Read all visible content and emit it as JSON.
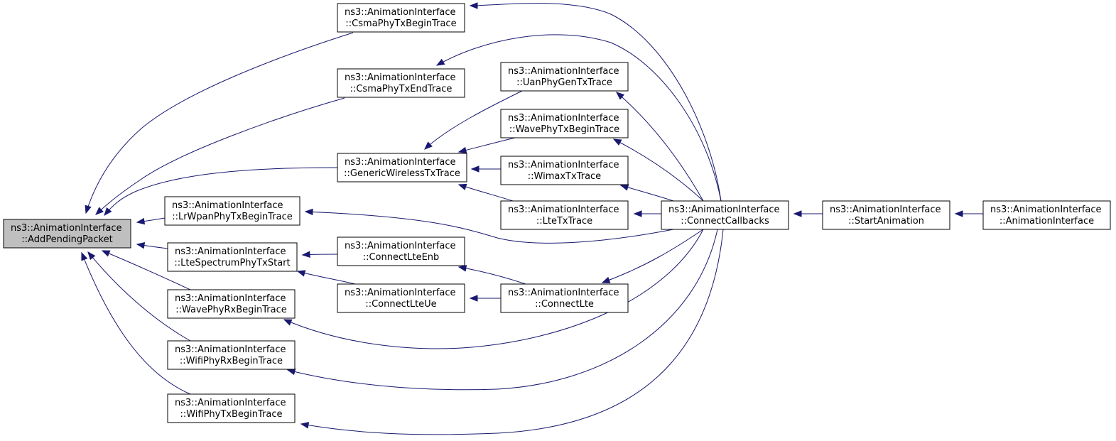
{
  "nodes": [
    {
      "id": "AddPendingPacket",
      "line1": "ns3::AnimationInterface",
      "line2": "::AddPendingPacket",
      "highlighted": true
    },
    {
      "id": "CsmaPhyTxBeginTrace",
      "line1": "ns3::AnimationInterface",
      "line2": "::CsmaPhyTxBeginTrace"
    },
    {
      "id": "CsmaPhyTxEndTrace",
      "line1": "ns3::AnimationInterface",
      "line2": "::CsmaPhyTxEndTrace"
    },
    {
      "id": "GenericWirelessTxTrace",
      "line1": "ns3::AnimationInterface",
      "line2": "::GenericWirelessTxTrace"
    },
    {
      "id": "LrWpanPhyTxBeginTrace",
      "line1": "ns3::AnimationInterface",
      "line2": "::LrWpanPhyTxBeginTrace"
    },
    {
      "id": "LteSpectrumPhyTxStart",
      "line1": "ns3::AnimationInterface",
      "line2": "::LteSpectrumPhyTxStart"
    },
    {
      "id": "WavePhyRxBeginTrace",
      "line1": "ns3::AnimationInterface",
      "line2": "::WavePhyRxBeginTrace"
    },
    {
      "id": "WifiPhyRxBeginTrace",
      "line1": "ns3::AnimationInterface",
      "line2": "::WifiPhyRxBeginTrace"
    },
    {
      "id": "WifiPhyTxBeginTrace",
      "line1": "ns3::AnimationInterface",
      "line2": "::WifiPhyTxBeginTrace"
    },
    {
      "id": "UanPhyGenTxTrace",
      "line1": "ns3::AnimationInterface",
      "line2": "::UanPhyGenTxTrace"
    },
    {
      "id": "WavePhyTxBeginTrace",
      "line1": "ns3::AnimationInterface",
      "line2": "::WavePhyTxBeginTrace"
    },
    {
      "id": "WimaxTxTrace",
      "line1": "ns3::AnimationInterface",
      "line2": "::WimaxTxTrace"
    },
    {
      "id": "LteTxTrace",
      "line1": "ns3::AnimationInterface",
      "line2": "::LteTxTrace"
    },
    {
      "id": "ConnectLteEnb",
      "line1": "ns3::AnimationInterface",
      "line2": "::ConnectLteEnb"
    },
    {
      "id": "ConnectLteUe",
      "line1": "ns3::AnimationInterface",
      "line2": "::ConnectLteUe"
    },
    {
      "id": "ConnectLte",
      "line1": "ns3::AnimationInterface",
      "line2": "::ConnectLte"
    },
    {
      "id": "ConnectCallbacks",
      "line1": "ns3::AnimationInterface",
      "line2": "::ConnectCallbacks"
    },
    {
      "id": "StartAnimation",
      "line1": "ns3::AnimationInterface",
      "line2": "::StartAnimation"
    },
    {
      "id": "AnimationInterface",
      "line1": "ns3::AnimationInterface",
      "line2": "::AnimationInterface"
    }
  ],
  "edges": [
    {
      "from": "CsmaPhyTxBeginTrace",
      "to": "AddPendingPacket"
    },
    {
      "from": "CsmaPhyTxEndTrace",
      "to": "AddPendingPacket"
    },
    {
      "from": "GenericWirelessTxTrace",
      "to": "AddPendingPacket"
    },
    {
      "from": "LrWpanPhyTxBeginTrace",
      "to": "AddPendingPacket"
    },
    {
      "from": "LteSpectrumPhyTxStart",
      "to": "AddPendingPacket"
    },
    {
      "from": "WavePhyRxBeginTrace",
      "to": "AddPendingPacket"
    },
    {
      "from": "WifiPhyRxBeginTrace",
      "to": "AddPendingPacket"
    },
    {
      "from": "WifiPhyTxBeginTrace",
      "to": "AddPendingPacket"
    },
    {
      "from": "UanPhyGenTxTrace",
      "to": "GenericWirelessTxTrace"
    },
    {
      "from": "WavePhyTxBeginTrace",
      "to": "GenericWirelessTxTrace"
    },
    {
      "from": "WimaxTxTrace",
      "to": "GenericWirelessTxTrace"
    },
    {
      "from": "LteTxTrace",
      "to": "GenericWirelessTxTrace"
    },
    {
      "from": "ConnectLteEnb",
      "to": "LteSpectrumPhyTxStart"
    },
    {
      "from": "ConnectLteUe",
      "to": "LteSpectrumPhyTxStart"
    },
    {
      "from": "ConnectLte",
      "to": "ConnectLteEnb"
    },
    {
      "from": "ConnectLte",
      "to": "ConnectLteUe"
    },
    {
      "from": "ConnectCallbacks",
      "to": "CsmaPhyTxBeginTrace"
    },
    {
      "from": "ConnectCallbacks",
      "to": "CsmaPhyTxEndTrace"
    },
    {
      "from": "ConnectCallbacks",
      "to": "UanPhyGenTxTrace"
    },
    {
      "from": "ConnectCallbacks",
      "to": "WavePhyTxBeginTrace"
    },
    {
      "from": "ConnectCallbacks",
      "to": "WimaxTxTrace"
    },
    {
      "from": "ConnectCallbacks",
      "to": "LteTxTrace"
    },
    {
      "from": "ConnectCallbacks",
      "to": "LrWpanPhyTxBeginTrace"
    },
    {
      "from": "ConnectCallbacks",
      "to": "ConnectLte"
    },
    {
      "from": "ConnectCallbacks",
      "to": "WavePhyRxBeginTrace"
    },
    {
      "from": "ConnectCallbacks",
      "to": "WifiPhyRxBeginTrace"
    },
    {
      "from": "ConnectCallbacks",
      "to": "WifiPhyTxBeginTrace"
    },
    {
      "from": "StartAnimation",
      "to": "ConnectCallbacks"
    },
    {
      "from": "AnimationInterface",
      "to": "StartAnimation"
    }
  ],
  "colors": {
    "edge": "#191970",
    "highlight_fill": "#bfbfbf",
    "node_fill": "#ffffff",
    "node_stroke": "#000000"
  }
}
